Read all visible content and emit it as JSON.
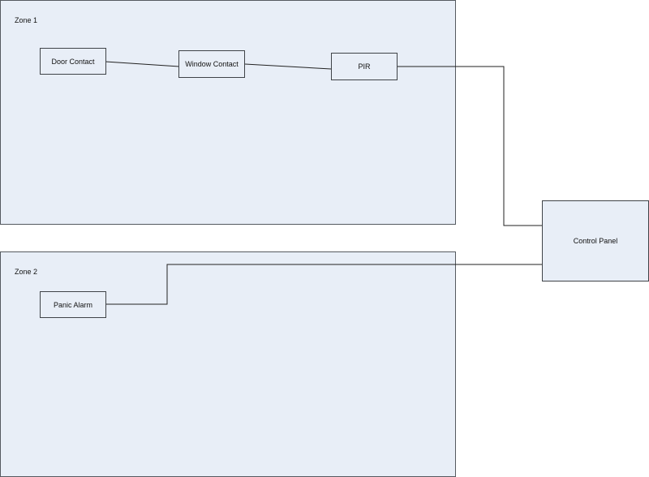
{
  "diagram": {
    "zones": [
      {
        "id": "zone-1",
        "label": "Zone 1"
      },
      {
        "id": "zone-2",
        "label": "Zone 2"
      }
    ],
    "devices": {
      "door_contact": "Door Contact",
      "window_contact": "Window Contact",
      "pir": "PIR",
      "panic_alarm": "Panic Alarm",
      "control_panel": "Control Panel"
    },
    "connections": [
      {
        "from": "Door Contact",
        "to": "Window Contact"
      },
      {
        "from": "Window Contact",
        "to": "PIR"
      },
      {
        "from": "PIR",
        "to": "Control Panel"
      },
      {
        "from": "Panic Alarm",
        "to": "Control Panel"
      }
    ]
  }
}
